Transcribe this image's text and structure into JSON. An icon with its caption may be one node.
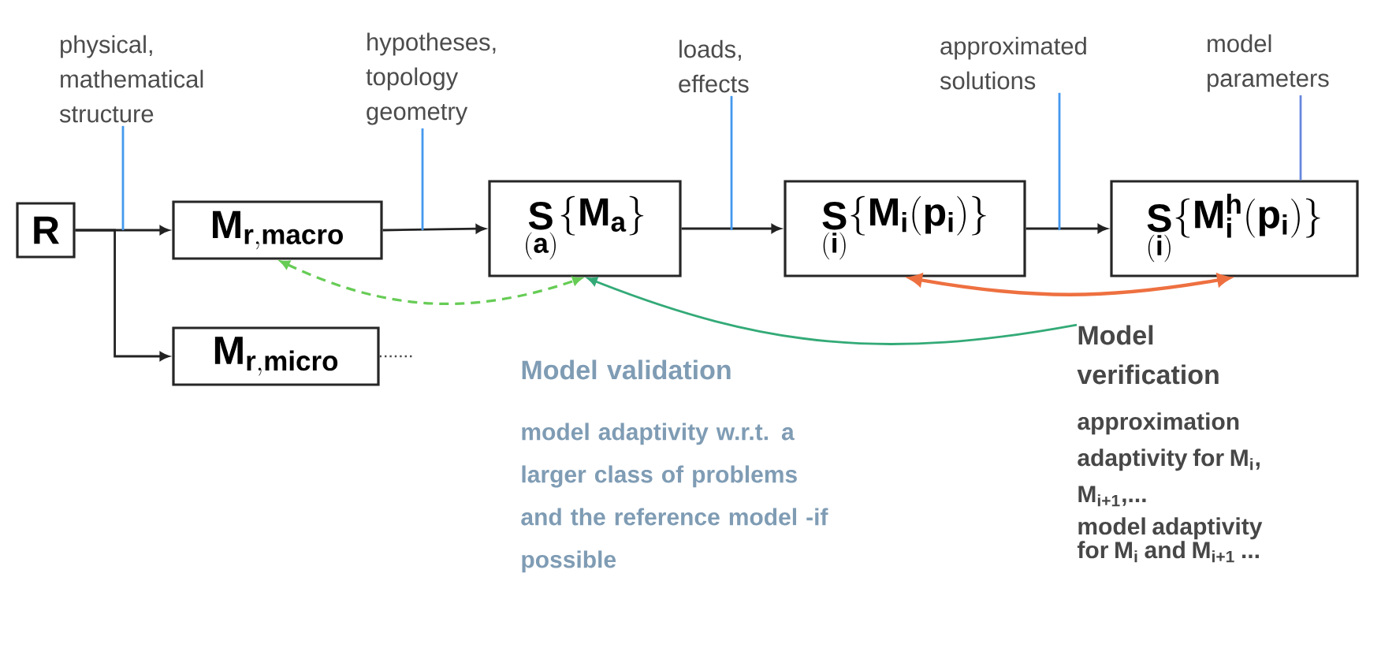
{
  "diagram": {
    "nodes": [
      {
        "text": [
          "\\mathbf{R}"
        ]
      },
      {
        "text": [
          "\\mathbf{M}_{\\mathbf{r,macro}}"
        ]
      },
      {
        "text": [
          "\\mathbf{M}_{\\mathbf{r,micro}}"
        ]
      },
      {
        "text": [
          "\\mathop{\\mathbf{S}}\\limits_{(\\mathbf{a})}\\{\\mathbf{M}_{\\mathbf{a}}\\}"
        ]
      },
      {
        "text": [
          "\\mathop{\\mathbf{S}}\\limits_{(\\mathbf{i})}\\{\\mathbf{M}_{\\mathbf{i}}(\\mathbf{p}_{\\mathbf{i}})\\}"
        ]
      },
      {
        "text": [
          "\\mathop{\\mathbf{S}}\\limits_{(\\mathbf{i})}\\{\\mathbf{M}^{\\mathbf{h}}_{\\mathbf{i}}(\\mathbf{p}_{\\mathbf{i}})\\}"
        ]
      },
      {
        "text": [
          "physical, mathematical structure"
        ]
      },
      {
        "text": [
          "hypotheses, topology geometry"
        ]
      },
      {
        "text": [
          "loads, effects"
        ]
      },
      {
        "text": [
          "approximated solutions"
        ]
      },
      {
        "text": [
          "model parameters"
        ]
      },
      {
        "text": [
          "Model verification",
          "approximation adaptivity for M$_{i}$, M$_{i+1}$,...",
          "model adaptivity for M$_{i}$ and M$_{i+1}$ ..."
        ]
      }
    ],
    "edges": [
      {
        "from": 0,
        "to": 1,
        "arrow": "to"
      },
      {
        "from": 0,
        "to": 2,
        "arrow": "to"
      },
      {
        "from": 1,
        "to": 3,
        "arrow": "to"
      },
      {
        "from": 3,
        "to": 4,
        "arrow": "to"
      },
      {
        "from": 4,
        "to": 5,
        "arrow": "to"
      },
      {
        "from": 1,
        "to": 3,
        "arrow": "both",
        "style": "dashed",
        "color": "#66cc55"
      },
      {
        "from": 11,
        "to": 3,
        "arrow": "to",
        "color": "#33aa77"
      },
      {
        "from": 4,
        "to": 5,
        "arrow": "both",
        "color": "#ee7040"
      },
      {
        "from": 6,
        "to": null,
        "arrow": "none",
        "color": "#4499ee"
      },
      {
        "from": 7,
        "to": null,
        "arrow": "none",
        "color": "#4499ee"
      },
      {
        "from": 8,
        "to": null,
        "arrow": "none",
        "color": "#4499ee"
      },
      {
        "from": 9,
        "to": null,
        "arrow": "none",
        "color": "#4499ee"
      },
      {
        "from": 10,
        "to": 5,
        "arrow": "none",
        "color": "#6688dd"
      }
    ],
    "labels": [
      "Model validation",
      "model adaptivity w.r.t. a larger class of problems and the reference model -if possible"
    ]
  }
}
